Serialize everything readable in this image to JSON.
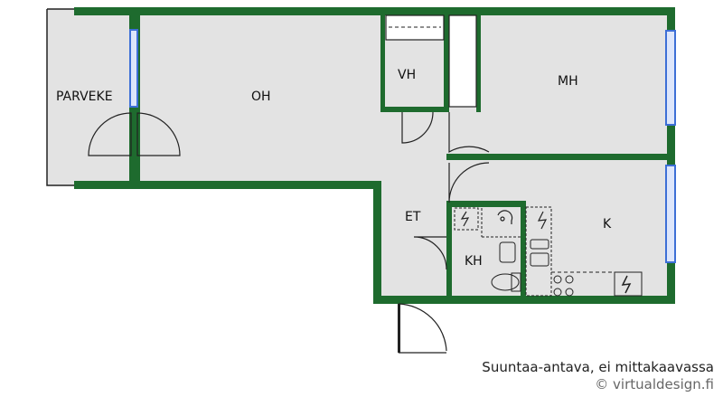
{
  "rooms": {
    "parveke": "PARVEKE",
    "oh": "OH",
    "vh": "VH",
    "mh": "MH",
    "et": "ET",
    "k": "K",
    "kh": "KH"
  },
  "footer": {
    "note": "Suuntaa-antava, ei mittakaavassa",
    "credit": "© virtualdesign.fi"
  },
  "colors": {
    "wall": "#1e6b2e",
    "floor": "#e3e3e3",
    "window": "#3d6fd6",
    "line": "#222222"
  }
}
